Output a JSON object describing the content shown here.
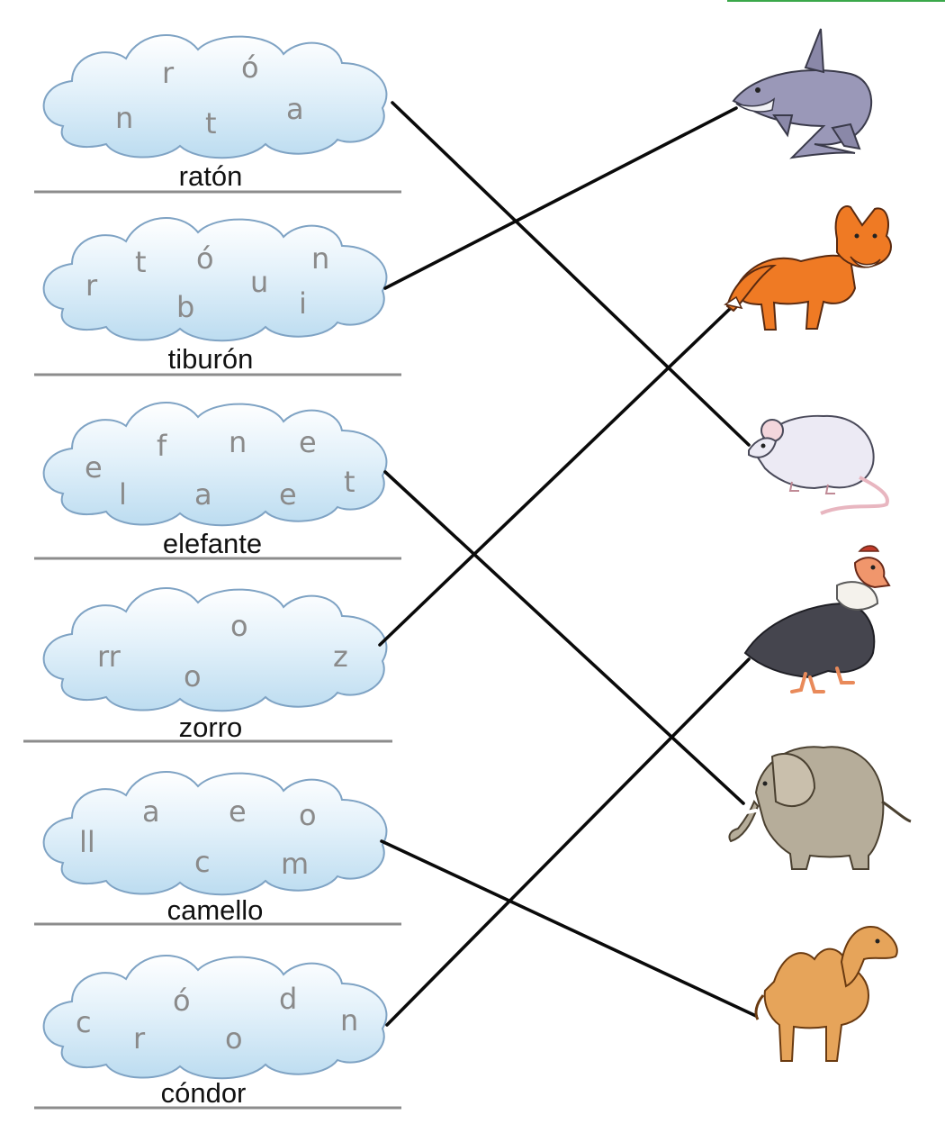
{
  "colors": {
    "cloud_fill_top": "#ffffff",
    "cloud_fill_bottom": "#bcdcf0",
    "cloud_stroke": "#7fa3c4",
    "letter": "#8a8a8a",
    "answer_text": "#111111",
    "answer_line": "#8c8c8c",
    "connector": "#0a0a0a",
    "top_accent": "#3aa84a"
  },
  "rows": [
    {
      "answer": "ratón",
      "letters": [
        "r",
        "ó",
        "n",
        "t",
        "a"
      ],
      "matches_animal": "mouse"
    },
    {
      "answer": "tiburón",
      "letters": [
        "t",
        "ó",
        "n",
        "r",
        "u",
        "b",
        "i"
      ],
      "matches_animal": "shark"
    },
    {
      "answer": "elefante",
      "letters": [
        "f",
        "n",
        "e",
        "e",
        "l",
        "a",
        "e",
        "t"
      ],
      "matches_animal": "elephant"
    },
    {
      "answer": "zorro",
      "letters": [
        "o",
        "rr",
        "o",
        "z"
      ],
      "matches_animal": "fox"
    },
    {
      "answer": "camello",
      "letters": [
        "a",
        "e",
        "o",
        "ll",
        "c",
        "m"
      ],
      "matches_animal": "camel"
    },
    {
      "answer": "cóndor",
      "letters": [
        "ó",
        "d",
        "c",
        "n",
        "r",
        "o"
      ],
      "matches_animal": "condor"
    }
  ],
  "animals": [
    {
      "id": "shark",
      "icon": "shark-illustration"
    },
    {
      "id": "fox",
      "icon": "fox-illustration"
    },
    {
      "id": "mouse",
      "icon": "mouse-illustration"
    },
    {
      "id": "condor",
      "icon": "condor-illustration"
    },
    {
      "id": "elephant",
      "icon": "elephant-illustration"
    },
    {
      "id": "camel",
      "icon": "camel-illustration"
    }
  ]
}
